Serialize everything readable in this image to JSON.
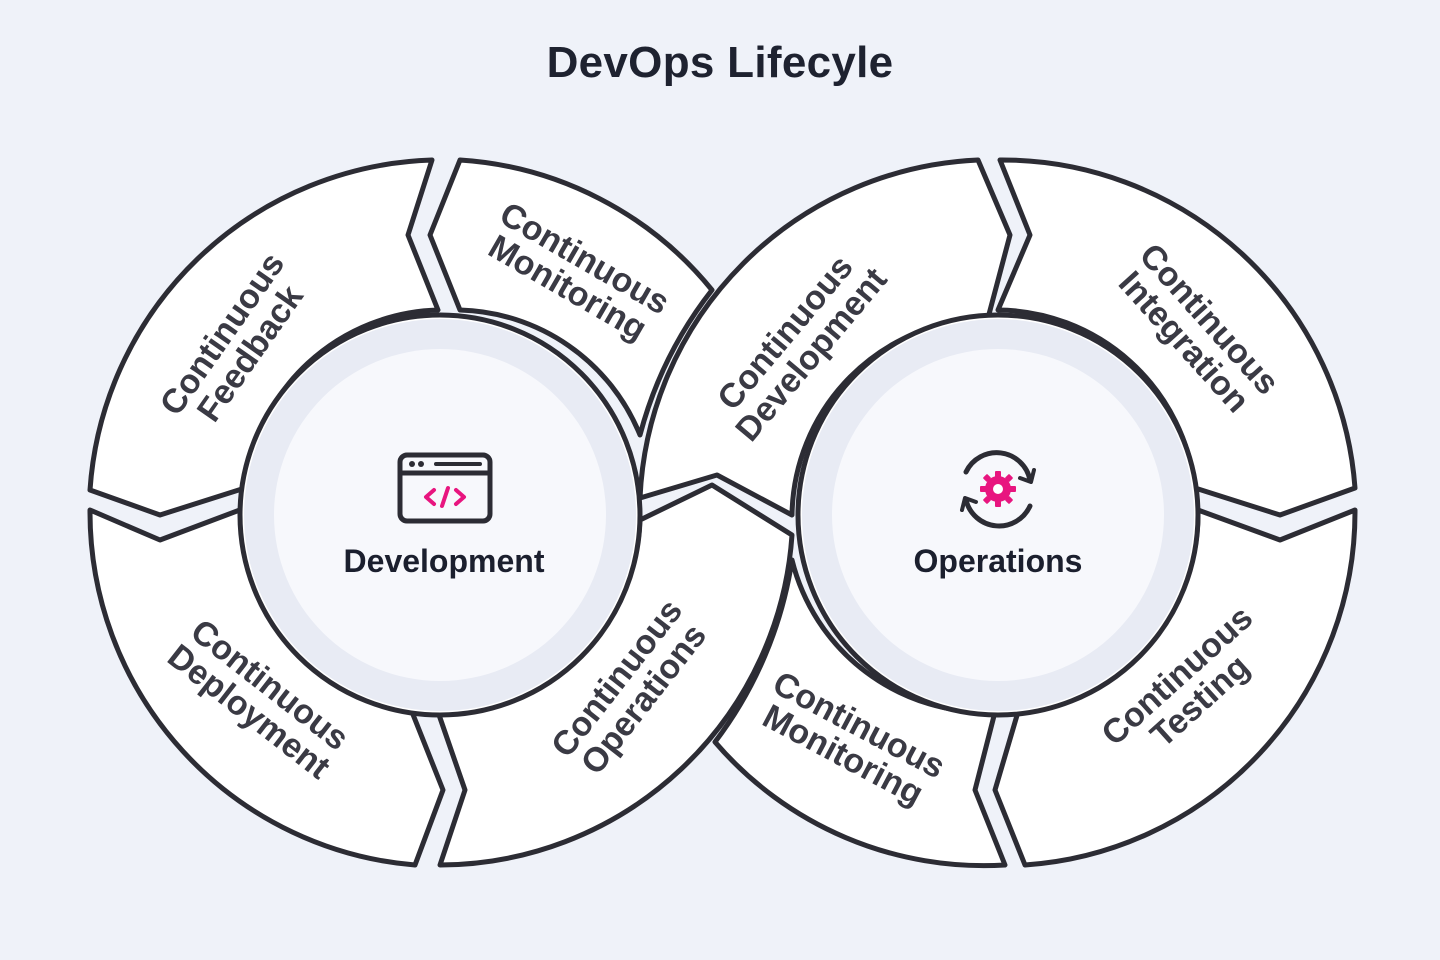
{
  "title": "DevOps Lifecyle",
  "accent_color": "#e8157f",
  "outline_color": "#2c2c34",
  "hubs": {
    "development": {
      "label": "Development",
      "icon": "code-window-icon"
    },
    "operations": {
      "label": "Operations",
      "icon": "gear-cycle-icon"
    }
  },
  "left_loop": [
    {
      "line1": "Continuous",
      "line2": "Feedback"
    },
    {
      "line1": "Continuous",
      "line2": "Monitoring"
    },
    {
      "line1": "Continuous",
      "line2": "Operations"
    },
    {
      "line1": "Continuous",
      "line2": "Deployment"
    }
  ],
  "right_loop": [
    {
      "line1": "Continuous",
      "line2": "Development"
    },
    {
      "line1": "Continuous",
      "line2": "Integration"
    },
    {
      "line1": "Continuous",
      "line2": "Testing"
    },
    {
      "line1": "Continuous",
      "line2": "Monitoring"
    }
  ]
}
